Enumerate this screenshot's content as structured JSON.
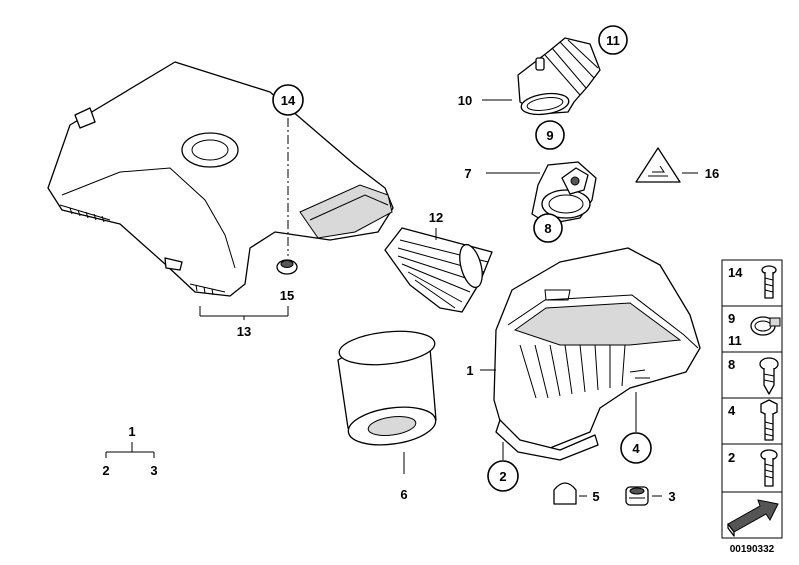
{
  "callouts": {
    "c1": "1",
    "c2": "2",
    "c3": "3",
    "c4": "4",
    "c5": "5",
    "c6": "6",
    "c7": "7",
    "c8": "8",
    "c9": "9",
    "c10": "10",
    "c11": "11",
    "c12": "12",
    "c13": "13",
    "c14": "14",
    "c15": "15",
    "c16": "16"
  },
  "legend_tree": {
    "parent": "1",
    "left": "2",
    "right": "3"
  },
  "hardware_panel": {
    "rows": [
      {
        "labels": [
          "14"
        ],
        "icon": "screw-icon"
      },
      {
        "labels": [
          "9",
          "11"
        ],
        "icon": "hose-clamp-icon"
      },
      {
        "labels": [
          "8"
        ],
        "icon": "self-tapping-screw-icon"
      },
      {
        "labels": [
          "4"
        ],
        "icon": "hex-bolt-icon"
      },
      {
        "labels": [
          "2"
        ],
        "icon": "torx-screw-icon"
      }
    ],
    "footer_icon": "arrow-icon"
  },
  "diagram_code": "00190332",
  "part_icons": {
    "cover": "engine-cover-icon",
    "filter_housing": "air-filter-housing-icon",
    "filter_element": "filter-element-icon",
    "intake_duct": "intake-duct-icon",
    "air_mass_meter": "air-mass-meter-icon",
    "elbow_boot": "rubber-boot-icon",
    "grommet": "grommet-icon",
    "cap": "cap-icon",
    "warning_label": "warning-triangle-icon"
  }
}
